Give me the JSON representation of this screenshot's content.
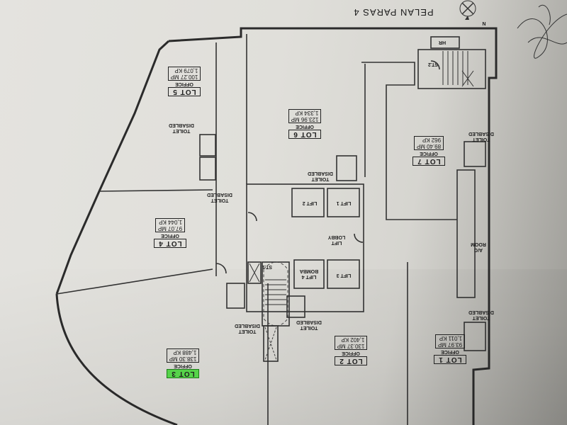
{
  "drawing": {
    "title": "PELAN PARAS 4",
    "north_label": "N",
    "signature": "handwritten signature"
  },
  "lots": [
    {
      "id": "lot1",
      "label": "LOT 1",
      "use": "OFFICE",
      "area_m2": "93.97 MP",
      "area_ft2": "1,011 KP",
      "highlighted": false
    },
    {
      "id": "lot2",
      "label": "LOT 2",
      "use": "OFFICE",
      "area_m2": "130.37 MP",
      "area_ft2": "1,402 KP",
      "highlighted": false
    },
    {
      "id": "lot3",
      "label": "LOT 3",
      "use": "OFFICE",
      "area_m2": "138.30 MP",
      "area_ft2": "1,488 KP",
      "highlighted": true,
      "highlight_color": "#56d34a"
    },
    {
      "id": "lot4",
      "label": "LOT 4",
      "use": "OFFICE",
      "area_m2": "97.07 MP",
      "area_ft2": "1,044 KP",
      "highlighted": false
    },
    {
      "id": "lot5",
      "label": "LOT 5",
      "use": "OFFICE",
      "area_m2": "100.27 MP",
      "area_ft2": "1,079 KP",
      "highlighted": false
    },
    {
      "id": "lot6",
      "label": "LOT 6",
      "use": "OFFICE",
      "area_m2": "123.96 MP",
      "area_ft2": "1,334 KP",
      "highlighted": false
    },
    {
      "id": "lot7",
      "label": "LOT 7",
      "use": "OFFICE",
      "area_m2": "89.40 MP",
      "area_ft2": "962 KP",
      "highlighted": false
    }
  ],
  "common_areas": {
    "lift_lobby": [
      "LIFT",
      "LOBBY"
    ],
    "lifts": [
      "LIFT 1",
      "LIFT 2",
      "LIFT 3",
      "LIFT 4"
    ],
    "bomba": "BOMBA",
    "stairs": [
      "ST.1",
      "ST.2"
    ],
    "hose_reel": "HR",
    "ac_room": [
      "A/C",
      "ROOM"
    ],
    "toilet_line1": "TOILET",
    "toilet_line2": "DISABLED"
  },
  "colors": {
    "paper": "#e2e1dc",
    "ink": "#2b2b2b",
    "highlight": "#56d34a"
  }
}
